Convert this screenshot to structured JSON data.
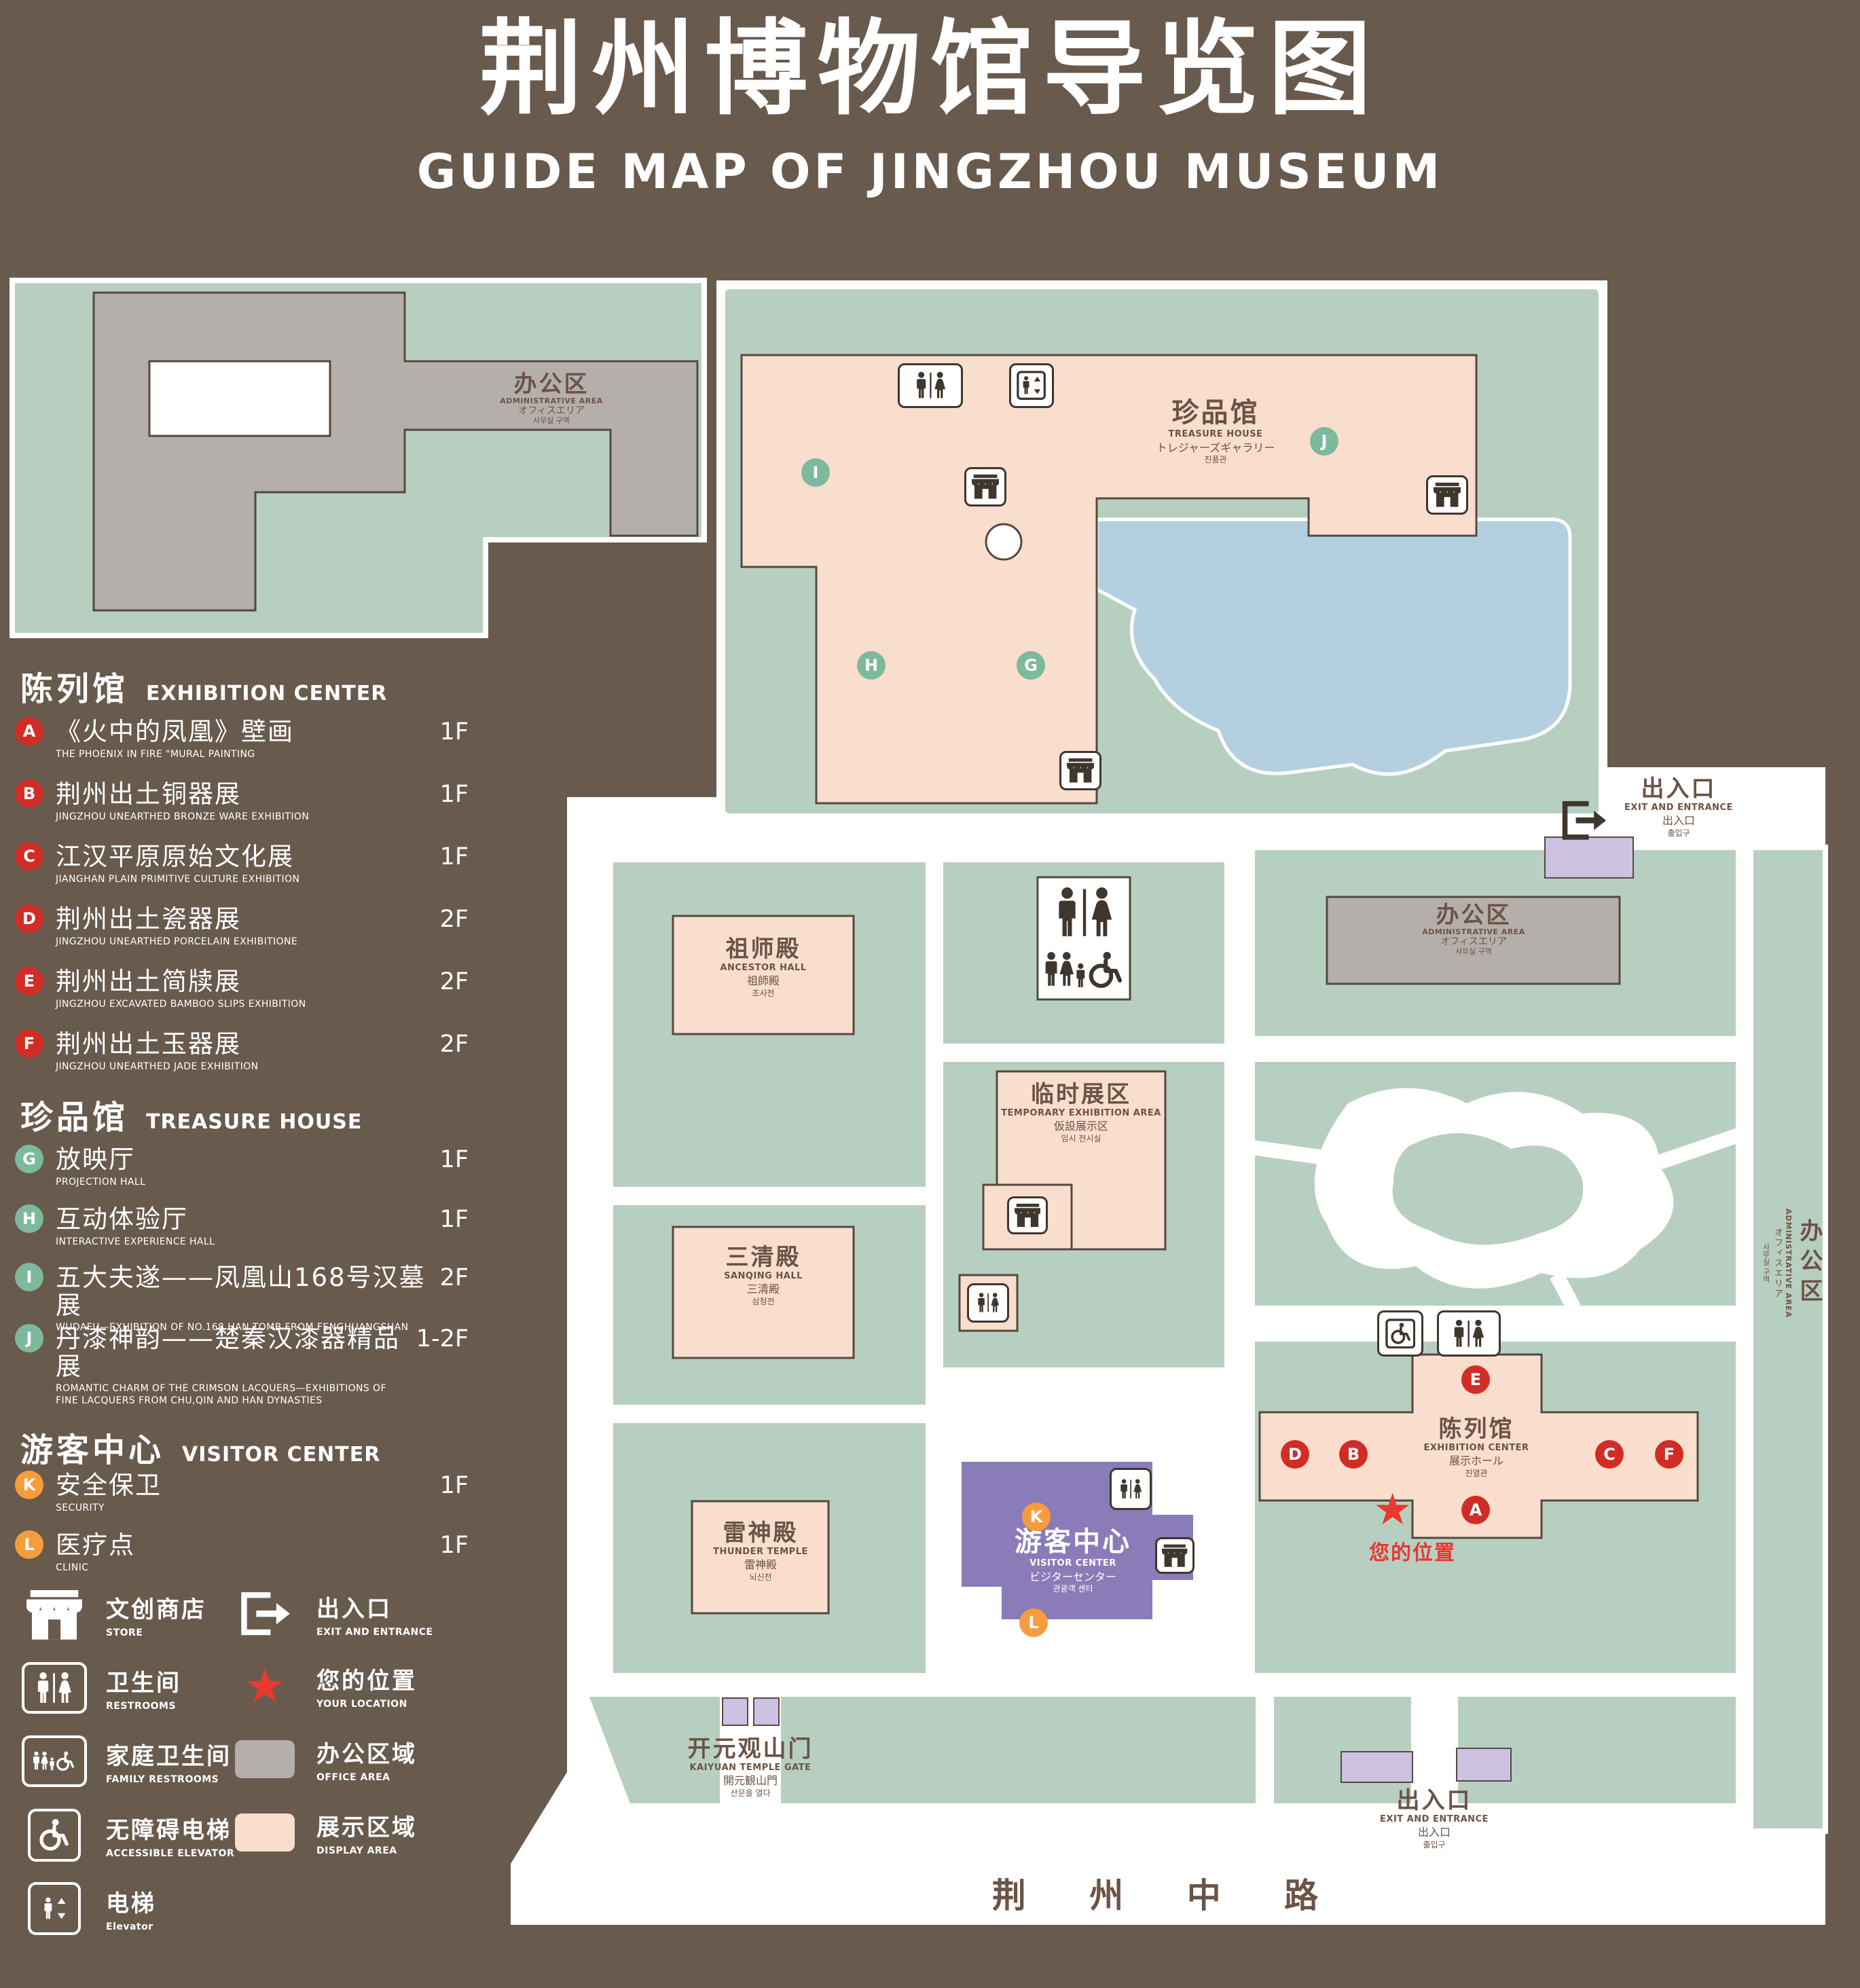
{
  "header": {
    "title_zh": "荆州博物馆导览图",
    "title_en": "GUIDE MAP OF JINGZHOU MUSEUM"
  },
  "sidebar": {
    "sections": [
      {
        "zh": "陈列馆",
        "en": "EXHIBITION CENTER",
        "items": [
          {
            "letter": "A",
            "zh": "《火中的凤凰》壁画",
            "en": "THE PHOENIX IN FIRE \"MURAL PAINTING",
            "floor": "1F"
          },
          {
            "letter": "B",
            "zh": "荆州出土铜器展",
            "en": "JINGZHOU UNEARTHED BRONZE WARE EXHIBITION",
            "floor": "1F"
          },
          {
            "letter": "C",
            "zh": "江汉平原原始文化展",
            "en": "JIANGHAN PLAIN PRIMITIVE CULTURE EXHIBITION",
            "floor": "1F"
          },
          {
            "letter": "D",
            "zh": "荆州出土瓷器展",
            "en": "JINGZHOU UNEARTHED PORCELAIN EXHIBITIONE",
            "floor": "2F"
          },
          {
            "letter": "E",
            "zh": "荆州出土简牍展",
            "en": "JINGZHOU EXCAVATED BAMBOO SLIPS EXHIBITION",
            "floor": "2F"
          },
          {
            "letter": "F",
            "zh": "荆州出土玉器展",
            "en": "JINGZHOU UNEARTHED JADE EXHIBITION",
            "floor": "2F"
          }
        ]
      },
      {
        "zh": "珍品馆",
        "en": "TREASURE HOUSE",
        "items": [
          {
            "letter": "G",
            "zh": "放映厅",
            "en": "PROJECTION HALL",
            "floor": "1F"
          },
          {
            "letter": "H",
            "zh": "互动体验厅",
            "en": "INTERACTIVE EXPERIENCE HALL",
            "floor": "1F"
          },
          {
            "letter": "I",
            "zh": "五大夫遂——凤凰山168号汉墓展",
            "en": "WUDAFU—EXHIBITION OF NO.168 HAN TOMB FROM FENGHUANGSHAN",
            "floor": "2F"
          },
          {
            "letter": "J",
            "zh": "丹漆神韵——楚秦汉漆器精品展",
            "en": "ROMANTIC CHARM OF THE CRIMSON LACQUERS—EXHIBITIONS OF FINE LACQUERS FROM CHU,QIN AND HAN DYNASTIES",
            "floor": "1-2F"
          }
        ]
      },
      {
        "zh": "游客中心",
        "en": "VISITOR CENTER",
        "items": [
          {
            "letter": "K",
            "zh": "安全保卫",
            "en": "SECURITY",
            "floor": "1F"
          },
          {
            "letter": "L",
            "zh": "医疗点",
            "en": "CLINIC",
            "floor": "1F"
          }
        ]
      }
    ],
    "legend": {
      "store": {
        "zh": "文创商店",
        "en": "STORE"
      },
      "exit": {
        "zh": "出入口",
        "en": "EXIT AND ENTRANCE"
      },
      "restroom": {
        "zh": "卫生间",
        "en": "RESTROOMS"
      },
      "location": {
        "zh": "您的位置",
        "en": "YOUR LOCATION"
      },
      "family": {
        "zh": "家庭卫生间",
        "en": "FAMILY RESTROOMS"
      },
      "office": {
        "zh": "办公区域",
        "en": "OFFICE AREA"
      },
      "accessible": {
        "zh": "无障碍电梯",
        "en": "ACCESSIBLE ELEVATOR"
      },
      "display": {
        "zh": "展示区域",
        "en": "DISPLAY AREA"
      },
      "elevator": {
        "zh": "电梯",
        "en": "Elevator"
      }
    }
  },
  "map": {
    "labels": {
      "admin_top": {
        "zh": "办公区",
        "en": "ADMINISTRATIVE AREA",
        "ja": "オフィスエリア",
        "ko": "사무실 구역"
      },
      "treasure": {
        "zh": "珍品馆",
        "en": "TREASURE HOUSE",
        "ja": "トレジャーズギャラリー",
        "ko": "진품관"
      },
      "exit_right": {
        "zh": "出入口",
        "en": "EXIT AND ENTRANCE",
        "ja": "出入口",
        "ko": "출입구"
      },
      "admin_mid": {
        "zh": "办公区",
        "en": "ADMINISTRATIVE AREA",
        "ja": "オフィスエリア",
        "ko": "사무실 구역"
      },
      "admin_strip": {
        "zh": "办公区",
        "en": "ADMINISTRATIVE AREA",
        "ja": "オフィスエリア",
        "ko": "사무실 구역"
      },
      "ancestor": {
        "zh": "祖师殿",
        "en": "ANCESTOR HALL",
        "ja": "祖師殿",
        "ko": "조사전"
      },
      "temporary": {
        "zh": "临时展区",
        "en": "TEMPORARY EXHIBITION AREA",
        "ja": "仮設展示区",
        "ko": "임시 전시실"
      },
      "sanqing": {
        "zh": "三清殿",
        "en": "SANQING HALL",
        "ja": "三清殿",
        "ko": "삼청전"
      },
      "thunder": {
        "zh": "雷神殿",
        "en": "THUNDER TEMPLE",
        "ja": "雷神殿",
        "ko": "뇌신전"
      },
      "visitor": {
        "zh": "游客中心",
        "en": "VISITOR CENTER",
        "ja": "ビジターセンター",
        "ko": "관광객 센터"
      },
      "exhibition": {
        "zh": "陈列馆",
        "en": "EXHIBITION CENTER",
        "ja": "展示ホール",
        "ko": "진열관"
      },
      "gate": {
        "zh": "开元观山门",
        "en": "KAIYUAN TEMPLE GATE",
        "ja": "開元観山門",
        "ko": "산문을 열다"
      },
      "exit_bottom": {
        "zh": "出入口",
        "en": "EXIT AND ENTRANCE",
        "ja": "出入口",
        "ko": "출입구"
      },
      "your_location": "您的位置",
      "road": "荆 州 中 路"
    },
    "badges": {
      "a": "A",
      "b": "B",
      "c": "C",
      "d": "D",
      "e": "E",
      "f": "F",
      "g": "G",
      "h": "H",
      "i": "I",
      "j": "J",
      "k": "K",
      "l": "L"
    }
  },
  "colors": {
    "background": "#695a4e",
    "green_area": "#b7cfc1",
    "display_area": "#f9ddcd",
    "office_area": "#b5afab",
    "pond": "#b4d0e0",
    "visitor_center": "#8a7cb8",
    "entrance_block": "#cdc2e2",
    "badge_red": "#d22c26",
    "badge_green": "#7db99c",
    "badge_orange": "#f59d3d",
    "location_red": "#e8382f"
  }
}
